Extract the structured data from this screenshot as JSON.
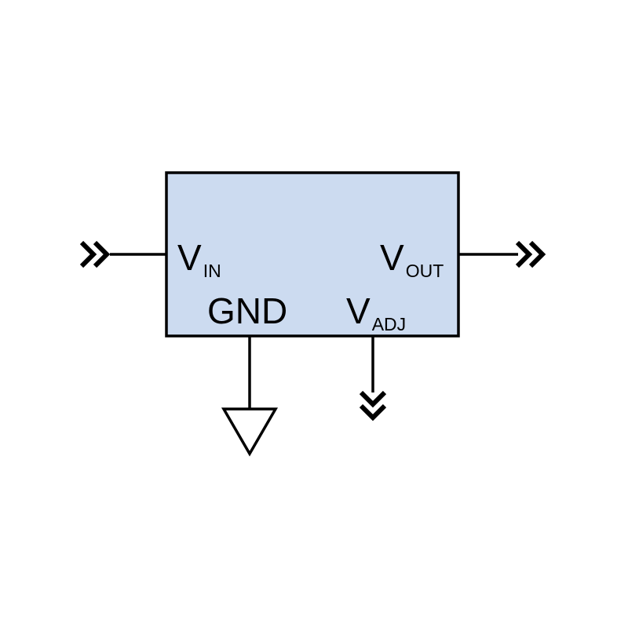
{
  "component": {
    "fill_color": "#ccdbf0",
    "stroke_color": "#000000"
  },
  "pins": {
    "vin": {
      "main": "V",
      "sub": "IN"
    },
    "vout": {
      "main": "V",
      "sub": "OUT"
    },
    "vadj": {
      "main": "V",
      "sub": "ADJ"
    },
    "gnd": {
      "label": "GND"
    }
  },
  "symbols": {
    "input_connector": "double-chevron-right-icon",
    "output_connector": "double-chevron-right-icon",
    "adjust_connector": "double-chevron-down-icon",
    "ground": "ground-triangle-icon"
  }
}
